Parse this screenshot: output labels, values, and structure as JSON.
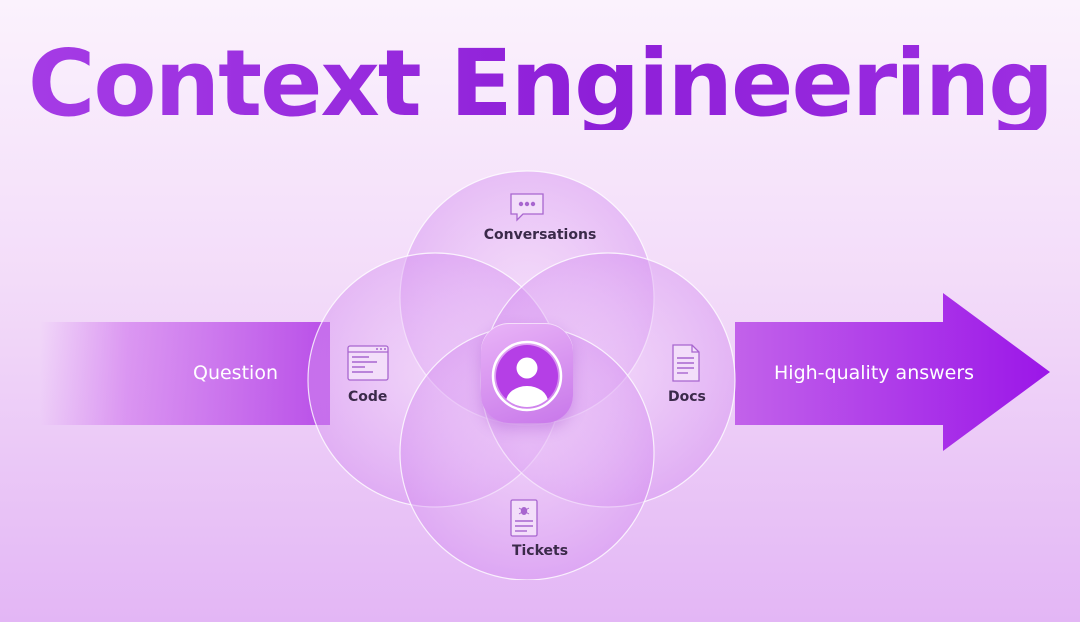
{
  "title": "Context Engineering",
  "flow": {
    "input_label": "Question",
    "output_label": "High-quality answers"
  },
  "sources": [
    {
      "label": "Conversations",
      "icon": "chat-bubble-icon"
    },
    {
      "label": "Code",
      "icon": "code-window-icon"
    },
    {
      "label": "Docs",
      "icon": "document-icon"
    },
    {
      "label": "Tickets",
      "icon": "bug-ticket-icon"
    }
  ],
  "center": {
    "icon": "user-avatar-icon"
  },
  "colors": {
    "title": "#9a2be0",
    "accent": "#a335e6",
    "circle_fill": "#e7b8f6",
    "label_text": "#3b2a4a"
  }
}
